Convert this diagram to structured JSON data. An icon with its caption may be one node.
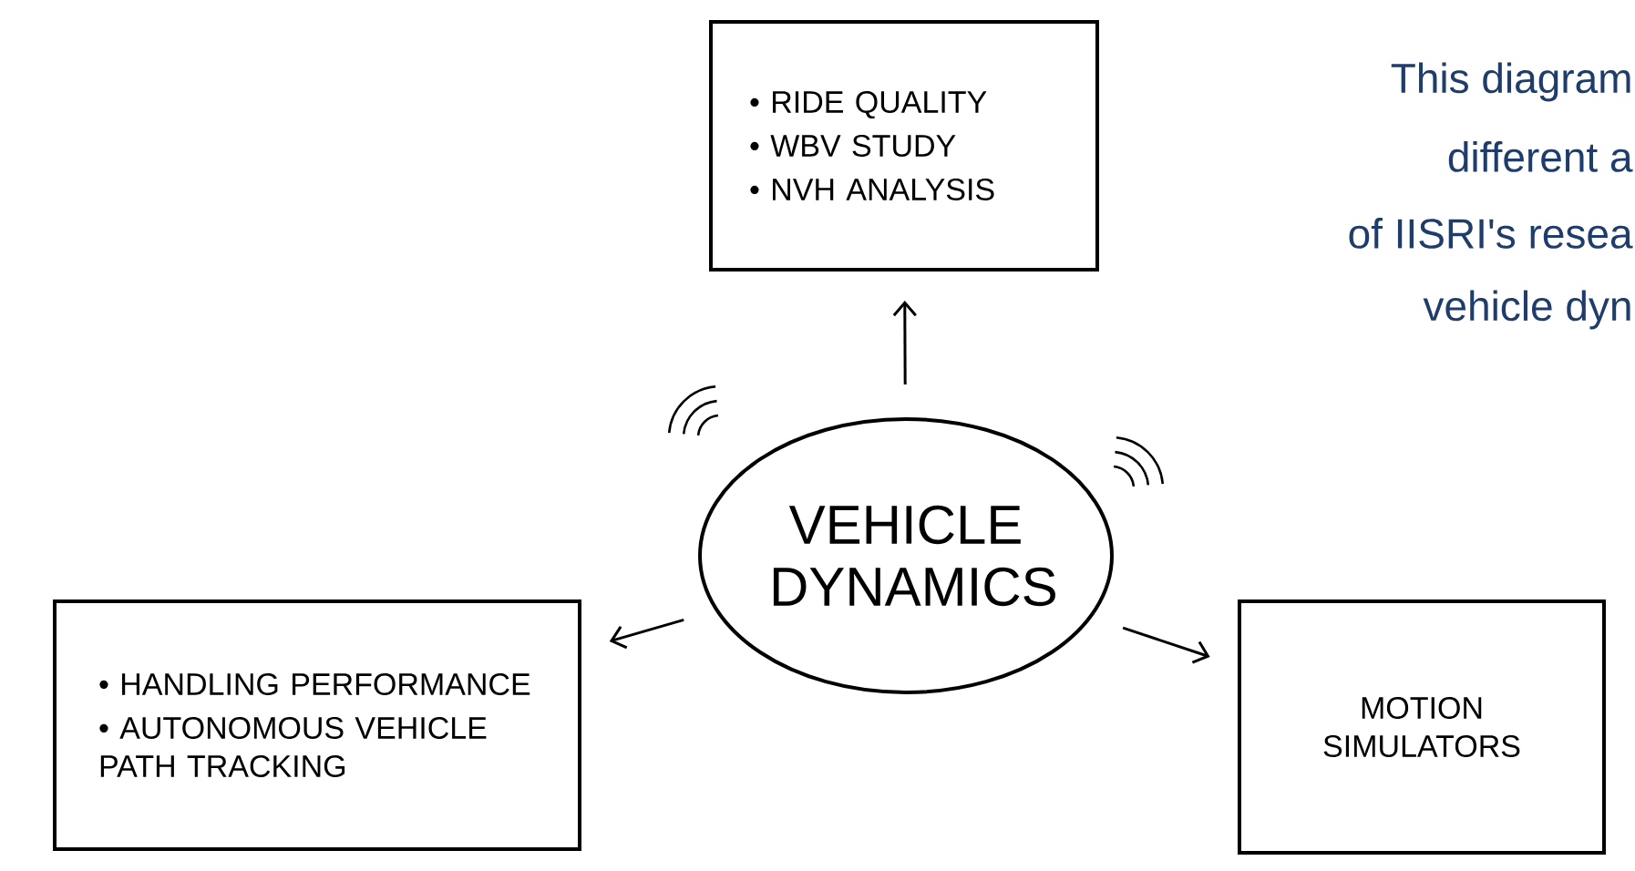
{
  "diagram": {
    "nodes": [
      {
        "text": [
          "• RIDE QUALITY",
          "• WBV STUDY",
          "• NVH ANALYSIS"
        ]
      },
      {
        "text": [
          "VEHICLE DYNAMICS"
        ]
      },
      {
        "text": [
          "• HANDLING PERFORMANCE",
          "• AUTONOMOUS VEHICLE PATH TRACKING"
        ]
      },
      {
        "text": [
          "MOTION SIMULATORS"
        ]
      }
    ],
    "edges": [
      {
        "from": 1,
        "to": 0,
        "arrow": "to"
      },
      {
        "from": 1,
        "to": 2,
        "arrow": "to"
      },
      {
        "from": 1,
        "to": 3,
        "arrow": "to"
      }
    ],
    "labels": [
      "This diagram",
      "different a",
      "of IISRI's resea",
      "vehicle dyn"
    ]
  }
}
